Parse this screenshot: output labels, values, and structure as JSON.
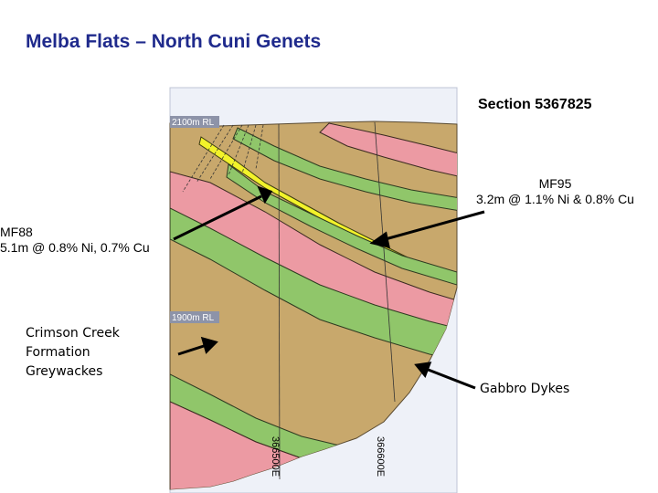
{
  "title": "Melba Flats – North Cuni Genets",
  "section": "Section  5367825",
  "rl_labels": {
    "upper": "2100m RL",
    "lower": "1900m RL"
  },
  "eastings": {
    "west": "366500E",
    "east": "366600E"
  },
  "annotations": {
    "mf95": [
      "MF95",
      "3.2m @ 1.1% Ni & 0.8% Cu"
    ],
    "mf88": [
      "MF88",
      "5.1m @ 0.8% Ni, 0.7% Cu"
    ],
    "formation": [
      "Crimson Creek",
      "Formation",
      "Greywackes"
    ],
    "gabbro": "Gabbro Dykes"
  },
  "colors": {
    "title": "#1f2a8c",
    "greywacke": "#c8a86c",
    "gabbro": "#90c66a",
    "pink_unit": "#ec9aa3",
    "mineralised": "#f2f22a",
    "rl_box": "#8d93a8",
    "sky": "#eef1f8"
  }
}
